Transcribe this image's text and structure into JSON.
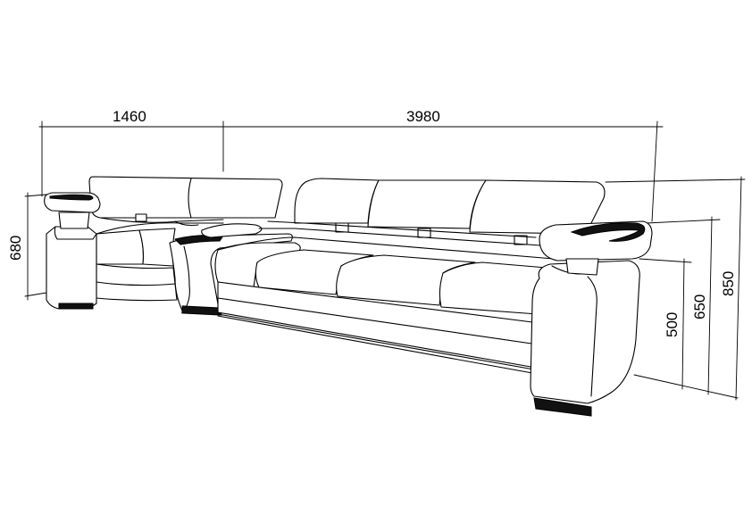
{
  "dimensions": {
    "width_corner": "1460",
    "width_main": "3980",
    "height_left": "680",
    "height_seat": "500",
    "height_arm": "650",
    "height_back": "850"
  },
  "colors": {
    "line": "#000000",
    "background": "#ffffff",
    "tray": "#111111"
  }
}
